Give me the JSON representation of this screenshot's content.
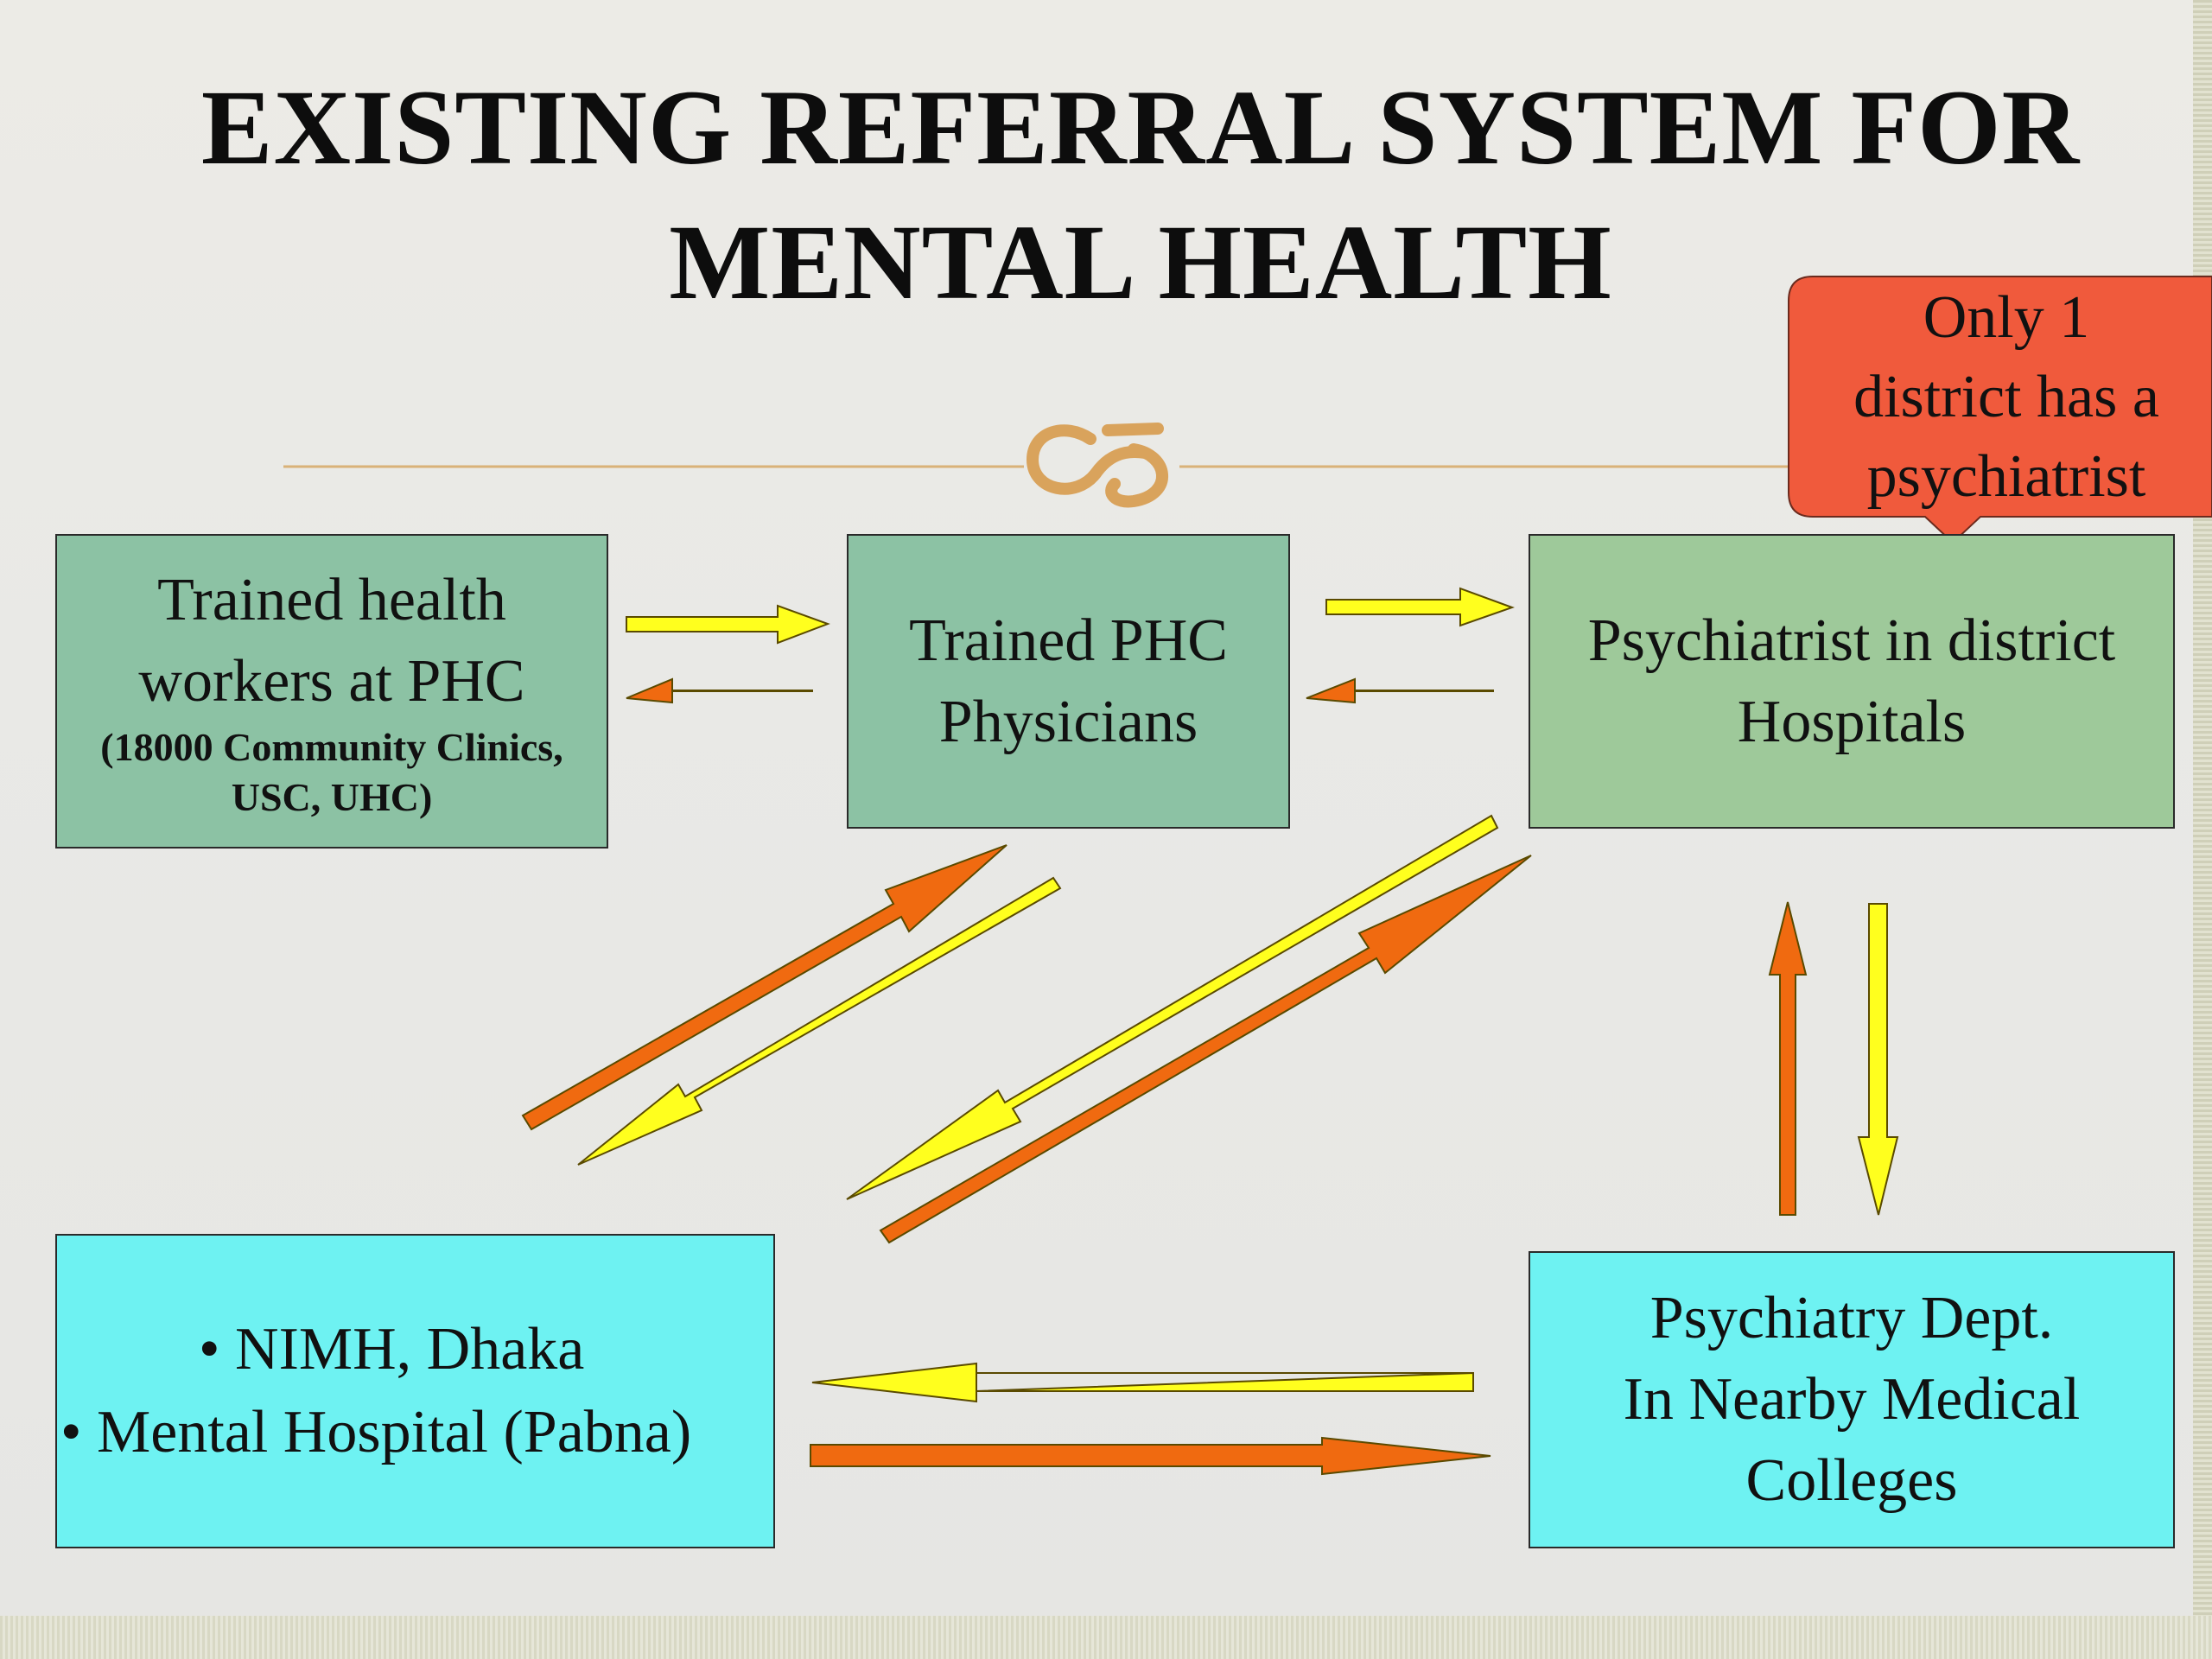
{
  "title": {
    "line1": "EXISTING REFERRAL SYSTEM FOR",
    "line2": "MENTAL HEALTH"
  },
  "divider": {
    "ornament": "œ"
  },
  "callout": {
    "text_line1": "Only 1",
    "text_line2": "district has a",
    "text_line3": "psychiatrist",
    "color": "#f05a3c"
  },
  "boxes": {
    "health_workers": {
      "line1": "Trained health",
      "line2": "workers at PHC",
      "sub_line1": "(18000 Community Clinics,",
      "sub_line2": "USC, UHC)",
      "color": "#8cc2a4"
    },
    "phc_physicians": {
      "line1": "Trained PHC",
      "line2": "Physicians",
      "color": "#8cc2a4"
    },
    "district": {
      "line1": "Psychiatrist in district",
      "line2": "Hospitals",
      "color": "#9ec99a"
    },
    "nimh": {
      "bullet": "•",
      "item1": "NIMH, Dhaka",
      "item2": "Mental Hospital (Pabna)",
      "color": "#6ef2f2"
    },
    "medical": {
      "line1": "Psychiatry Dept.",
      "line2": "In Nearby Medical",
      "line3": "Colleges",
      "color": "#6ef2f2"
    }
  },
  "arrow_colors": {
    "referral_up": "#f06a10",
    "referral_down": "#ffff1e"
  }
}
